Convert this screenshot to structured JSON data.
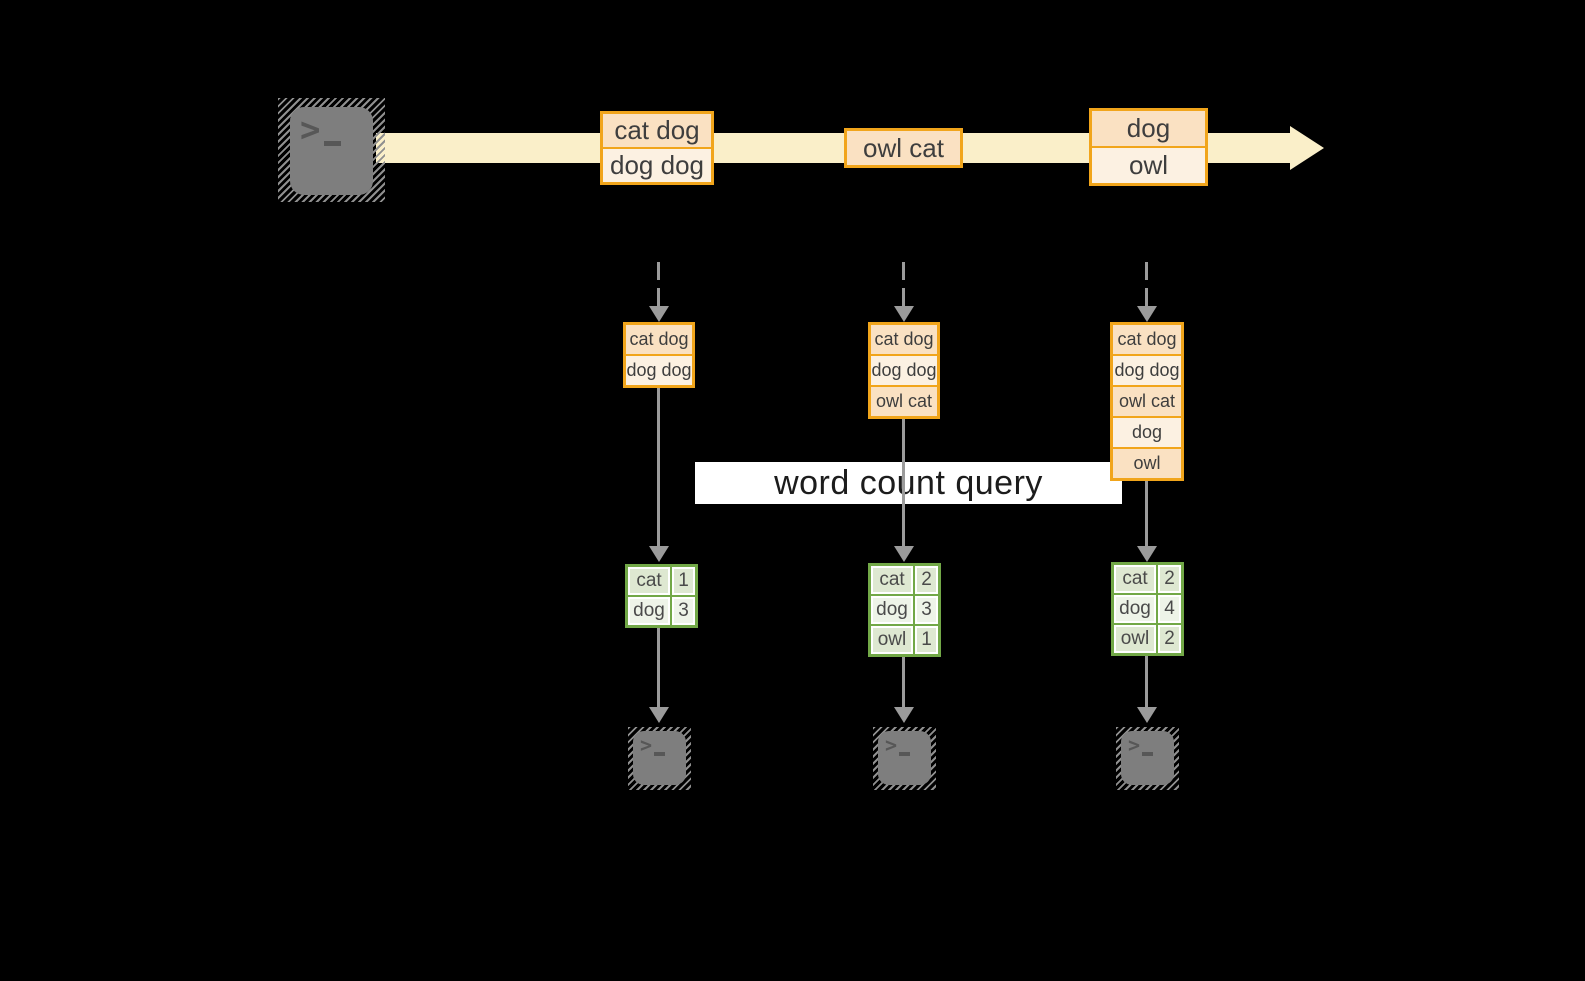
{
  "query": {
    "label": "word count query"
  },
  "stream": {
    "events": [
      {
        "lines": [
          "cat dog",
          "dog dog"
        ]
      },
      {
        "lines": [
          "owl cat"
        ]
      },
      {
        "lines": [
          "dog",
          "owl"
        ]
      }
    ]
  },
  "states": [
    {
      "rows": [
        "cat dog",
        "dog dog"
      ]
    },
    {
      "rows": [
        "cat dog",
        "dog dog",
        "owl cat"
      ]
    },
    {
      "rows": [
        "cat dog",
        "dog dog",
        "owl cat",
        "dog",
        "owl"
      ]
    }
  ],
  "results": [
    {
      "rows": [
        {
          "word": "cat",
          "count": "1"
        },
        {
          "word": "dog",
          "count": "3"
        }
      ]
    },
    {
      "rows": [
        {
          "word": "cat",
          "count": "2"
        },
        {
          "word": "dog",
          "count": "3"
        },
        {
          "word": "owl",
          "count": "1"
        }
      ]
    },
    {
      "rows": [
        {
          "word": "cat",
          "count": "2"
        },
        {
          "word": "dog",
          "count": "4"
        },
        {
          "word": "owl",
          "count": "2"
        }
      ]
    }
  ],
  "icons": {
    "terminal_prompt_char": ">",
    "source_terminal": "terminal-icon",
    "output_terminal": "terminal-icon"
  },
  "colors": {
    "background": "#000000",
    "stream_band": "#FAEFC9",
    "box_border": "#F1A51B",
    "box_fill_peach": "#FAE1C2",
    "box_fill_cream": "#FCF1E2",
    "table_border": "#72A847",
    "table_fill_dark": "#DEE8D1",
    "table_fill_light": "#EEF4E8",
    "arrow_gray": "#9B9B9B",
    "query_band": "#FFFFFF"
  }
}
